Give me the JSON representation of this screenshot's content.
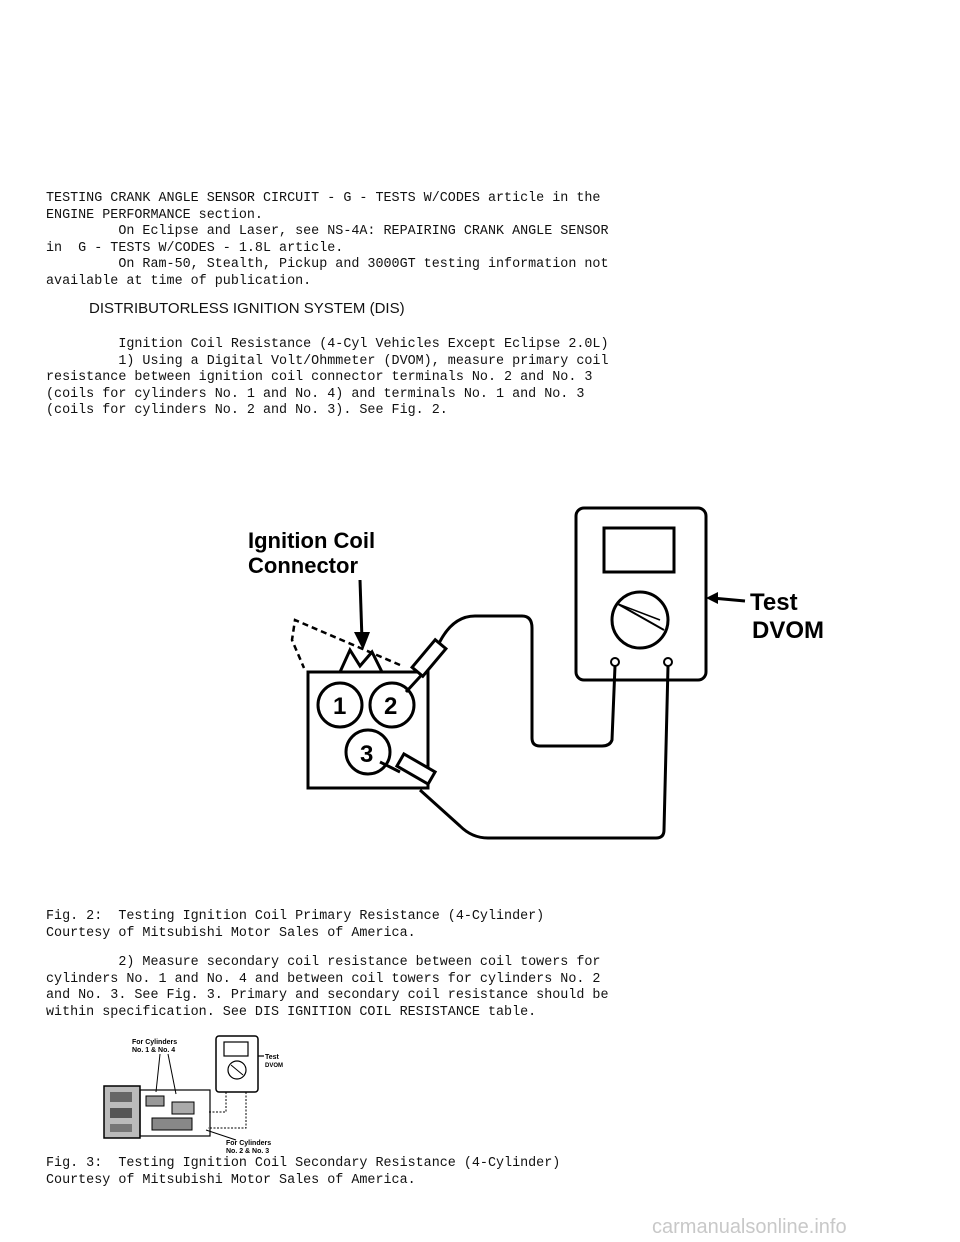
{
  "intro_lines": [
    "TESTING CRANK ANGLE SENSOR CIRCUIT - G - TESTS W/CODES article in the",
    "ENGINE PERFORMANCE section.",
    "         On Eclipse and Laser, see NS-4A: REPAIRING CRANK ANGLE SENSOR",
    "in  G - TESTS W/CODES - 1.8L article.",
    "         On Ram-50, Stealth, Pickup and 3000GT testing information not",
    "available at time of publication."
  ],
  "section_heading": "DISTRIBUTORLESS IGNITION SYSTEM (DIS)",
  "step1_lines": [
    "         Ignition Coil Resistance (4-Cyl Vehicles Except Eclipse 2.0L)",
    "         1) Using a Digital Volt/Ohmmeter (DVOM), measure primary coil",
    "resistance between ignition coil connector terminals No. 2 and No. 3",
    "(coils for cylinders No. 1 and No. 4) and terminals No. 1 and No. 3",
    "(coils for cylinders No. 2 and No. 3). See Fig. 2."
  ],
  "fig2": {
    "label_connector_line1": "Ignition Coil",
    "label_connector_line2": "Connector",
    "label_test": "Test",
    "label_dvom": "DVOM",
    "terminal_1": "1",
    "terminal_2": "2",
    "terminal_3": "3",
    "caption_line1": "Fig. 2:  Testing Ignition Coil Primary Resistance (4-Cylinder)",
    "caption_line2": "Courtesy of Mitsubishi Motor Sales of America."
  },
  "step2_lines": [
    "         2) Measure secondary coil resistance between coil towers for",
    "cylinders No. 1 and No. 4 and between coil towers for cylinders No. 2",
    "and No. 3. See Fig. 3. Primary and secondary coil resistance should be",
    "within specification. See DIS IGNITION COIL RESISTANCE table."
  ],
  "fig3": {
    "label_cyl14_line1": "For Cylinders",
    "label_cyl14_line2": "No. 1 & No. 4",
    "label_cyl23_line1": "For Cylinders",
    "label_cyl23_line2": "No. 2 & No. 3",
    "label_test": "Test",
    "label_dvom": "DVOM",
    "caption_line1": "Fig. 3:  Testing Ignition Coil Secondary Resistance (4-Cylinder)",
    "caption_line2": "Courtesy of Mitsubishi Motor Sales of America."
  },
  "watermark": "carmanualsonline.info"
}
